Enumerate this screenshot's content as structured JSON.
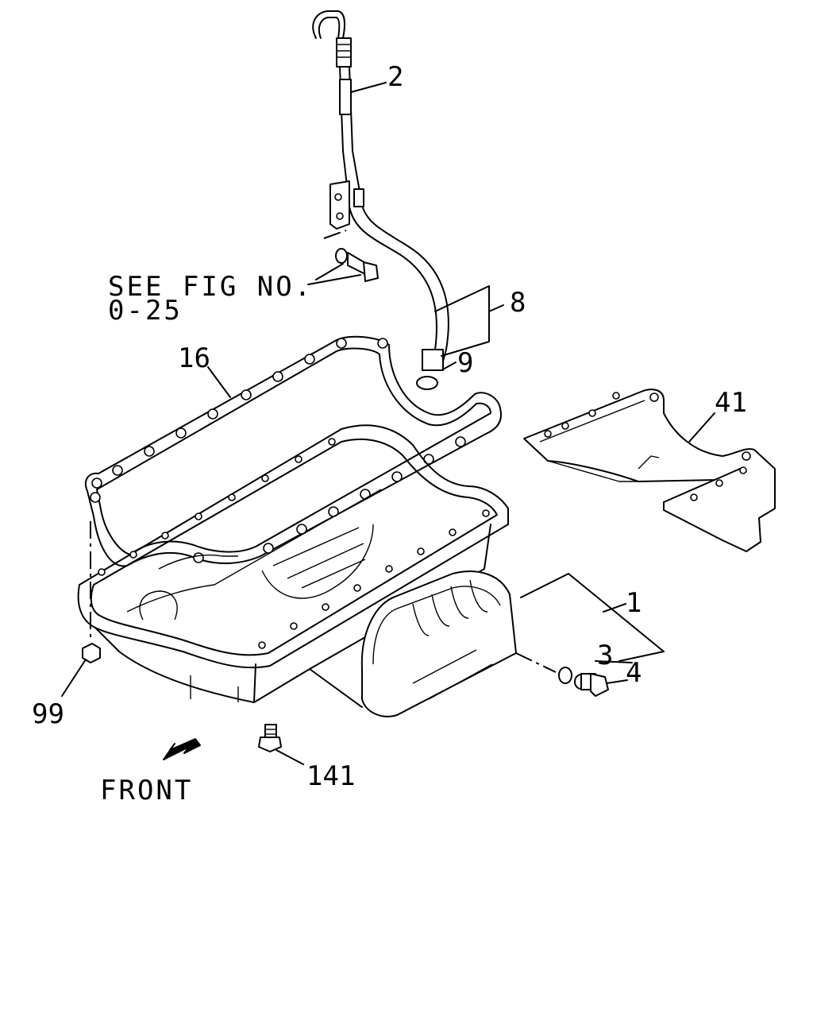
{
  "diagram": {
    "reference_note": {
      "line1": "SEE FIG NO.",
      "line2": "0-25"
    },
    "front_label": "FRONT",
    "callouts": [
      {
        "id": "2",
        "label": "2",
        "part": "oil level gauge"
      },
      {
        "id": "8",
        "label": "8",
        "part": "gauge guide tube"
      },
      {
        "id": "9",
        "label": "9",
        "part": "o-ring"
      },
      {
        "id": "16",
        "label": "16",
        "part": "oil pan gasket"
      },
      {
        "id": "41",
        "label": "41",
        "part": "baffle plate"
      },
      {
        "id": "1",
        "label": "1",
        "part": "oil pan"
      },
      {
        "id": "3",
        "label": "3",
        "part": "drain plug washer"
      },
      {
        "id": "4",
        "label": "4",
        "part": "drain plug"
      },
      {
        "id": "99",
        "label": "99",
        "part": "nut"
      },
      {
        "id": "141",
        "label": "141",
        "part": "stud bolt"
      }
    ],
    "icons": [
      "front-arrow-icon"
    ]
  }
}
